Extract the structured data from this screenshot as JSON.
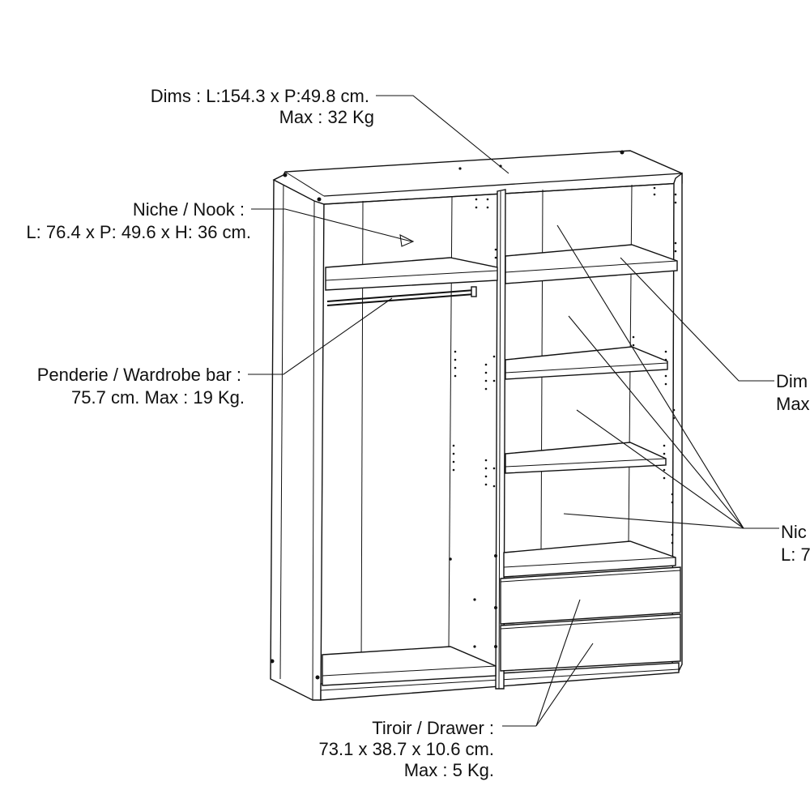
{
  "labels": {
    "top": {
      "line1": "Dims : L:154.3 x P:49.8 cm.",
      "line2": "Max : 32 Kg"
    },
    "niche_left": {
      "line1": "Niche / Nook :",
      "line2": "L: 76.4 x P: 49.6 x H: 36 cm."
    },
    "bar": {
      "line1": "Penderie / Wardrobe bar :",
      "line2": "75.7 cm. Max : 19 Kg."
    },
    "shelf_right": {
      "line1": "Dim",
      "line2": "Max"
    },
    "niche_right": {
      "line1": "Nic",
      "line2": "L: 7"
    },
    "drawer": {
      "line1": "Tiroir / Drawer :",
      "line2": "73.1 x 38.7 x 10.6 cm.",
      "line3": "Max : 5 Kg."
    }
  },
  "colors": {
    "line": "#111111",
    "background": "#ffffff"
  }
}
